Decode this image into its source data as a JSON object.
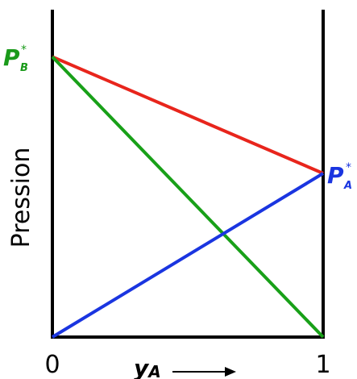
{
  "chart_data": {
    "type": "line",
    "title": "",
    "xlabel": "y_A",
    "ylabel": "Pression",
    "xlim": [
      0,
      1
    ],
    "ylim": [
      0,
      1
    ],
    "x_ticks": [
      "0",
      "1"
    ],
    "series": [
      {
        "color": "#e8251c",
        "x": [
          0,
          1
        ],
        "y": [
          0.856,
          0.5
        ]
      },
      {
        "color": "#18a018",
        "x": [
          0,
          1
        ],
        "y": [
          0.856,
          0
        ]
      },
      {
        "color": "#1a35e0",
        "x": [
          0,
          1
        ],
        "y": [
          0,
          0.5
        ]
      }
    ],
    "annotations": {
      "pb_star": {
        "main": "P",
        "sup": "*",
        "sub": "B",
        "color": "#1a9a1a"
      },
      "pa_star": {
        "main": "P",
        "sup": "*",
        "sub": "A",
        "color": "#1a35e0"
      }
    },
    "x_label_parts": {
      "main": "y",
      "sub": "A"
    }
  }
}
